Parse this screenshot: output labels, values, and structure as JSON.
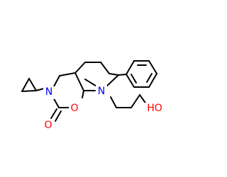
{
  "atoms": {
    "n_left": {
      "text": "N",
      "color": "#0000ff"
    },
    "n_right": {
      "text": "N",
      "color": "#0000ff"
    },
    "o_carbonyl": {
      "text": "O",
      "color": "#ff0000"
    },
    "o_ring": {
      "text": "O",
      "color": "#ff0000"
    },
    "oh": {
      "text": "HO",
      "color": "#ff0000"
    }
  },
  "bond_color": "#000000"
}
